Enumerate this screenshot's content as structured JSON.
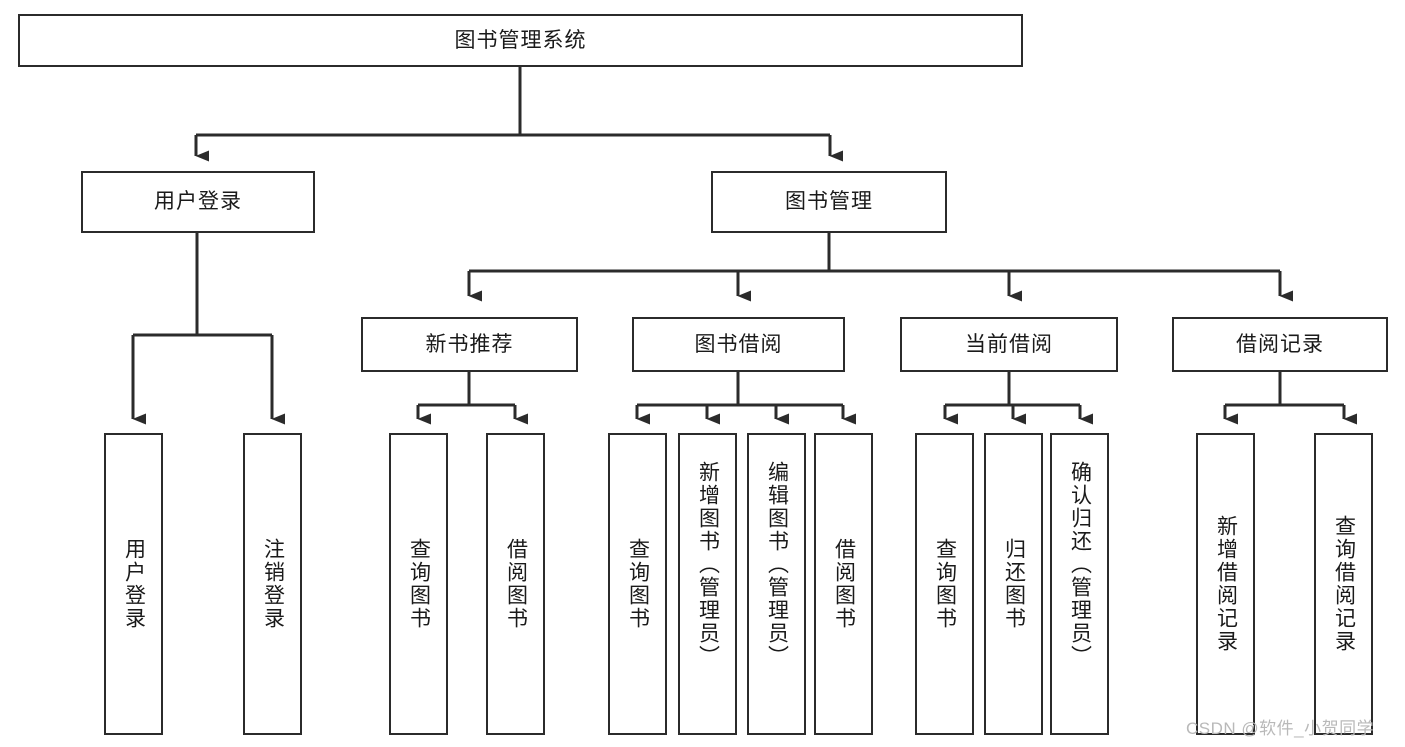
{
  "diagram": {
    "type": "tree-hierarchy",
    "title": "图书管理系统",
    "style": {
      "box_border_color": "#2b2b2b",
      "box_fill_color": "#ffffff",
      "edge_color": "#2b2b2b",
      "text_color": "#1a1a1a",
      "background": "#ffffff",
      "watermark_color": "#b9b9b9"
    },
    "root": {
      "id": "root",
      "label": "图书管理系统"
    },
    "level2": [
      {
        "id": "user-login",
        "label": "用户登录"
      },
      {
        "id": "book-manage",
        "label": "图书管理"
      }
    ],
    "level3": [
      {
        "id": "new-book-recommend",
        "label": "新书推荐"
      },
      {
        "id": "book-borrow",
        "label": "图书借阅"
      },
      {
        "id": "current-borrow",
        "label": "当前借阅"
      },
      {
        "id": "borrow-record",
        "label": "借阅记录"
      }
    ],
    "leaves": {
      "user_login": [
        {
          "id": "leaf-user-login",
          "label": "用户登录"
        },
        {
          "id": "leaf-logout",
          "label": "注销登录"
        }
      ],
      "new_book_recommend": [
        {
          "id": "leaf-query-book-1",
          "label": "查询图书"
        },
        {
          "id": "leaf-borrow-book-1",
          "label": "借阅图书"
        }
      ],
      "book_borrow": [
        {
          "id": "leaf-query-book-2",
          "label": "查询图书"
        },
        {
          "id": "leaf-add-book",
          "label": "新增图书（管理员）"
        },
        {
          "id": "leaf-edit-book",
          "label": "编辑图书（管理员）"
        },
        {
          "id": "leaf-borrow-book-2",
          "label": "借阅图书"
        }
      ],
      "current_borrow": [
        {
          "id": "leaf-query-book-3",
          "label": "查询图书"
        },
        {
          "id": "leaf-return-book",
          "label": "归还图书"
        },
        {
          "id": "leaf-confirm-return",
          "label": "确认归还（管理员）"
        }
      ],
      "borrow_record": [
        {
          "id": "leaf-add-record",
          "label": "新增借阅记录"
        },
        {
          "id": "leaf-query-record",
          "label": "查询借阅记录"
        }
      ]
    },
    "watermark": "CSDN @软件_小贺同学"
  }
}
